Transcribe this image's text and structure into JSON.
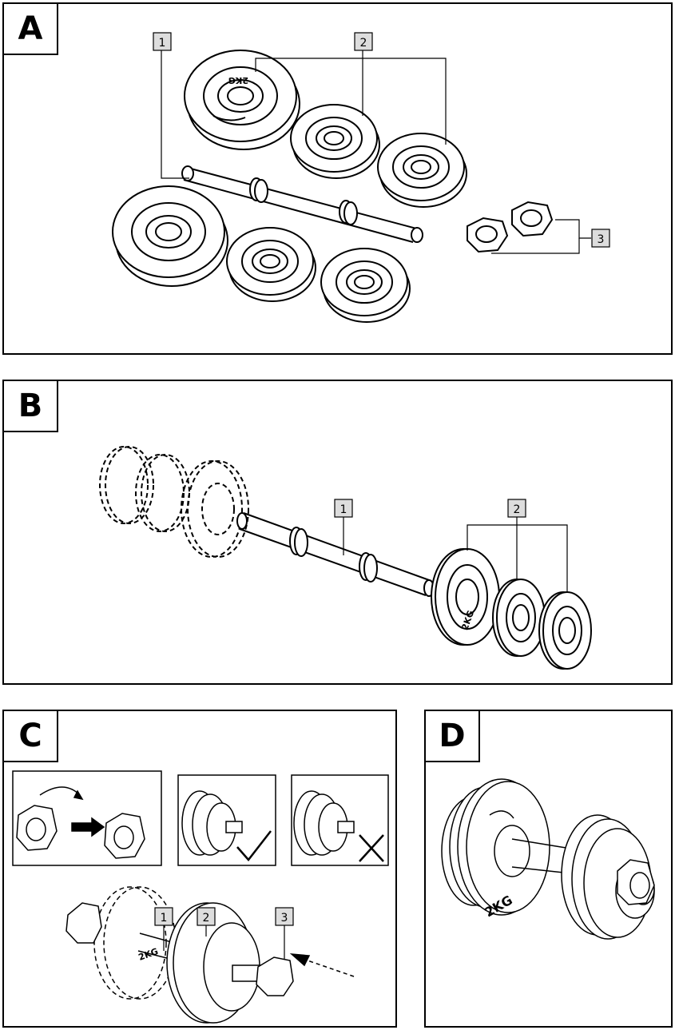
{
  "panels": {
    "a": {
      "letter": "A"
    },
    "b": {
      "letter": "B"
    },
    "c": {
      "letter": "C"
    },
    "d": {
      "letter": "D"
    }
  },
  "callouts": {
    "a": [
      "1",
      "2",
      "3"
    ],
    "b": [
      "1",
      "2"
    ],
    "c": [
      "1",
      "2",
      "3"
    ]
  },
  "plate_text": {
    "weight_a": "2KG",
    "weight_b": "2KG",
    "weight_c": "2KG",
    "weight_d": "2KG"
  },
  "colors": {
    "line": "#000000",
    "background": "#ffffff"
  },
  "icons": {
    "correct": "checkmark-icon",
    "incorrect": "cross-icon",
    "rotate": "curved-arrow-icon",
    "direction": "dashed-arrow-icon"
  }
}
